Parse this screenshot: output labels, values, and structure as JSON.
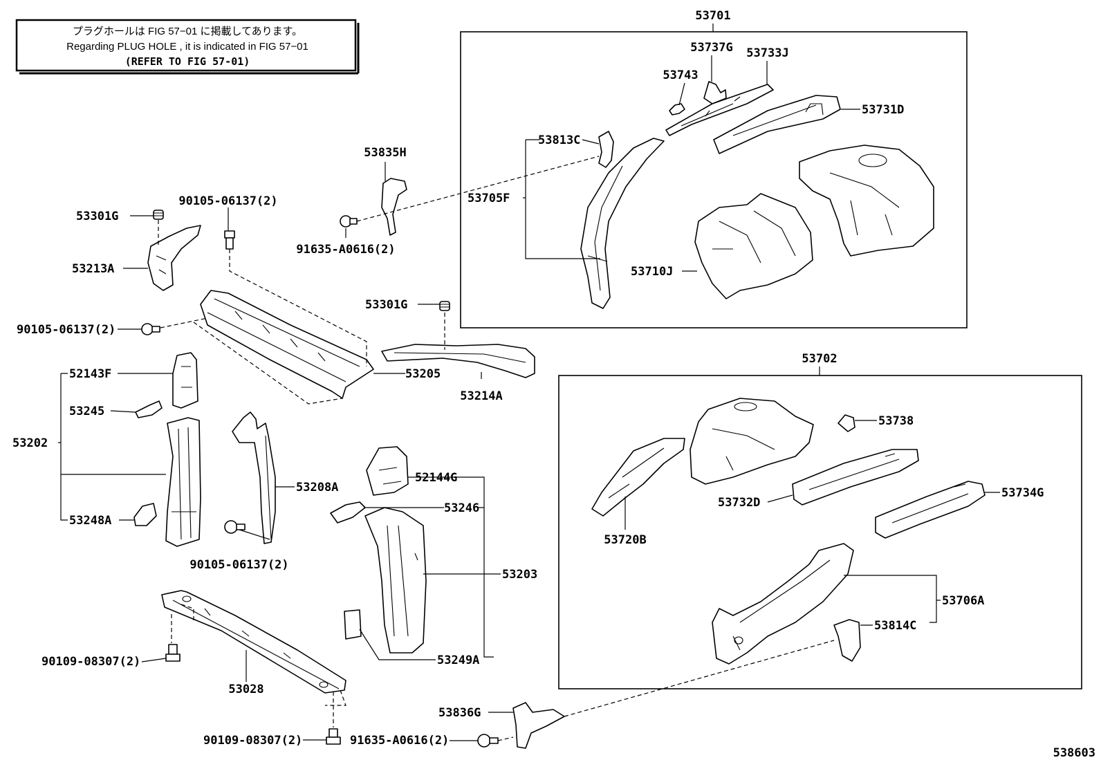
{
  "note": {
    "line_jp": "プラグホールは FIG  57−01 に掲載してあります。",
    "line_en": "Regarding  PLUG  HOLE , it is indicated in  FIG  57−01",
    "line_ref": "(REFER  TO  FIG  57-01)"
  },
  "labels": {
    "p53701": "53701",
    "p53737G": "53737G",
    "p53733J": "53733J",
    "p53743": "53743",
    "p53731D": "53731D",
    "p53813C": "53813C",
    "p53705F": "53705F",
    "p53710J": "53710J",
    "p53835H": "53835H",
    "p91635_top": "91635-A0616(2)",
    "p53301G_left": "53301G",
    "p90105_top": "90105-06137(2)",
    "p53213A": "53213A",
    "p90105_left": "90105-06137(2)",
    "p53301G_mid": "53301G",
    "p53205": "53205",
    "p53214A": "53214A",
    "p52143F": "52143F",
    "p53245": "53245",
    "p53202": "53202",
    "p53208A": "53208A",
    "p53248A": "53248A",
    "p90105_bottom": "90105-06137(2)",
    "p52144G": "52144G",
    "p53246": "53246",
    "p53203": "53203",
    "p53249A": "53249A",
    "p90109_top": "90109-08307(2)",
    "p53028": "53028",
    "p90109_bottom": "90109-08307(2)",
    "p53836G": "53836G",
    "p91635_bottom": "91635-A0616(2)",
    "p53702": "53702",
    "p53738": "53738",
    "p53732D": "53732D",
    "p53734G": "53734G",
    "p53720B": "53720B",
    "p53706A": "53706A",
    "p53814C": "53814C",
    "fig_id": "538603"
  }
}
